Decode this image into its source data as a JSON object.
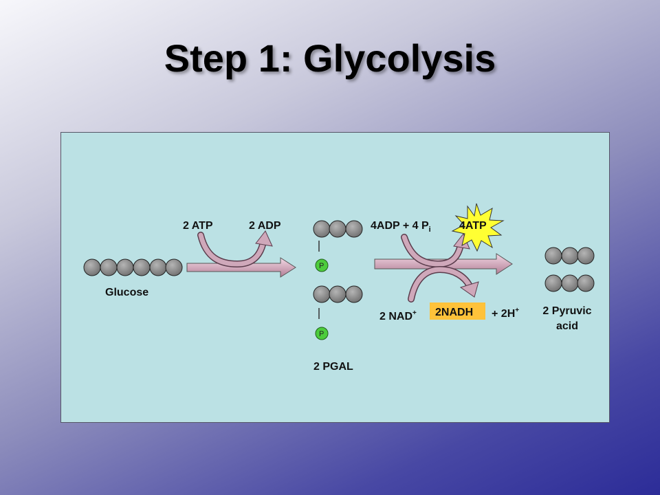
{
  "title": "Step 1: Glycolysis",
  "labels": {
    "glucose": "Glucose",
    "atp_in": "2 ATP",
    "adp_out": "2 ADP",
    "adp_pi": "4ADP + 4 P",
    "pi_sub": "i",
    "atp_out": "4ATP",
    "nad": "2 NAD",
    "nad_sup": "+",
    "nadh": "2NADH",
    "h_plus": "+ 2H",
    "h_sup": "+",
    "pgal": "2 PGAL",
    "phosphate": "P",
    "pyruvic_line1": "2 Pyruvic",
    "pyruvic_line2": "acid"
  },
  "colors": {
    "panel": "#bbe1e4",
    "carbon": "#8a8a8a",
    "phosphate": "#4ccc3c",
    "arrow": "#ca9aae",
    "burst": "#ffff33",
    "nadh_box": "#ffc23a"
  }
}
